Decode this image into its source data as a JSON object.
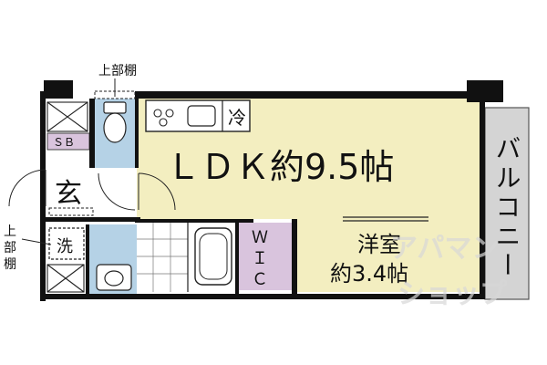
{
  "plan": {
    "ldk_label": "ＬＤＫ約9.5帖",
    "western_room_name": "洋室",
    "western_room_size": "約3.4帖",
    "balcony_label": "バルコニー",
    "entrance_label": "玄",
    "shoe_box_label": "ＳＢ",
    "fridge_label": "冷",
    "washer_label": "洗",
    "walk_in_closet_label": [
      "Ｗ",
      "Ｉ",
      "Ｃ"
    ],
    "upper_shelf_top": "上部棚",
    "upper_shelf_left": [
      "上",
      "部",
      "棚"
    ],
    "watermark_line1": "アパマン",
    "watermark_line2": "ショップ"
  },
  "colors": {
    "ldk": "#f3eec0",
    "western_room": "#f3eec0",
    "balcony": "#d4d4d4",
    "wic": "#d9c4dd",
    "shoe_box": "#d9c4dd",
    "wet_area": "#b5d2e6",
    "entrance": "#ffffff",
    "wall": "#111111"
  }
}
